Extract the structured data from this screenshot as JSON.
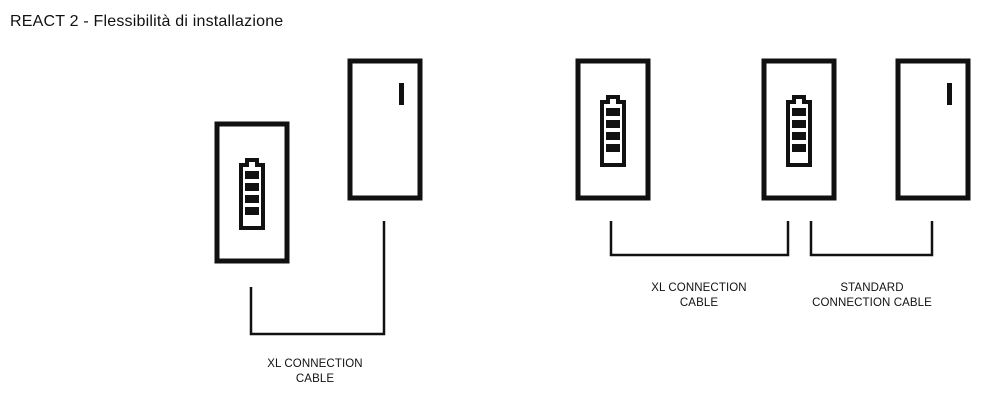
{
  "title": "REACT 2 - Flessibilità di installazione",
  "captions": {
    "left_xl": {
      "line1": "XL CONNECTION",
      "line2": "CABLE"
    },
    "right_xl": {
      "line1": "XL CONNECTION",
      "line2": "CABLE"
    },
    "right_standard": {
      "line1": "STANDARD",
      "line2": "CONNECTION CABLE"
    }
  },
  "icons": {
    "battery_module": "battery-icon",
    "inverter_module": "inverter-icon"
  },
  "colors": {
    "stroke": "#111111",
    "background": "#ffffff"
  }
}
